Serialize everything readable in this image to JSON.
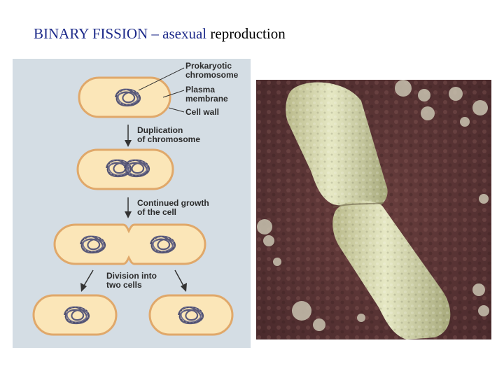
{
  "title": {
    "part1": "BINARY FISSION – ",
    "part2": "asexual",
    "part3": " reproduction"
  },
  "diagram": {
    "labels": {
      "prokaryotic_chromosome": "Prokaryotic\nchromosome",
      "plasma_membrane": "Plasma\nmembrane",
      "cell_wall": "Cell wall",
      "duplication": "Duplication\nof chromosome",
      "continued_growth": "Continued growth\nof the cell",
      "division": "Division into\ntwo cells"
    }
  },
  "colors": {
    "title_blue": "#1d2a8a",
    "panel_bg": "#d4dde4",
    "cell_fill": "#fbe6b8",
    "cell_stroke": "#e0a86a",
    "chromosome": "#5a5a7a"
  }
}
